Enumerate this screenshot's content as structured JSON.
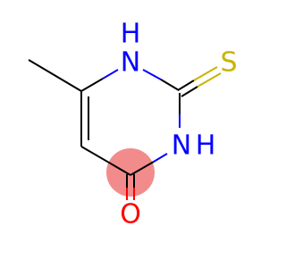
{
  "molecule": {
    "atoms": {
      "n1": "N",
      "n1_h": "H",
      "n3": "N",
      "n3_h": "H",
      "sulfur": "S",
      "oxygen": "O"
    },
    "colors": {
      "bond": "#000000",
      "nitrogen": "#0000ff",
      "sulfur": "#c8b400",
      "oxygen": "#ff0000",
      "highlight": "#f28c8c"
    }
  }
}
